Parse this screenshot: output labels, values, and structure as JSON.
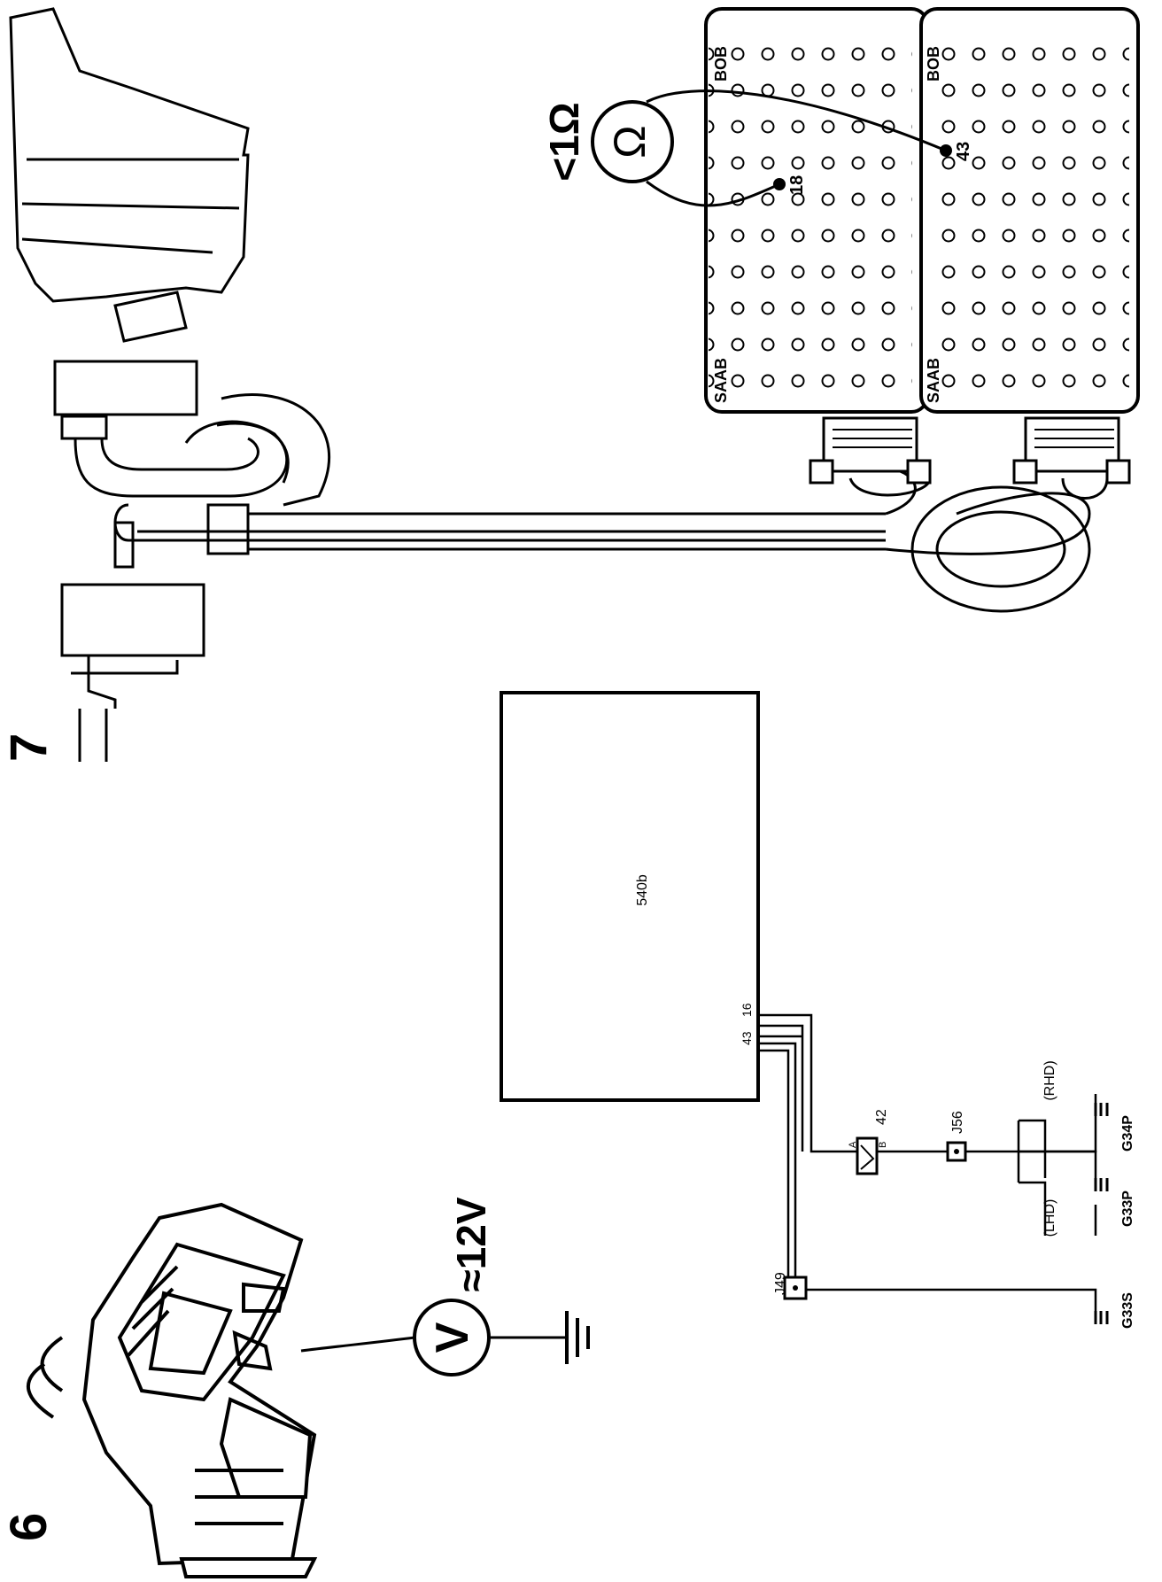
{
  "diagram": {
    "step_labels": {
      "step6": "6",
      "step7": "7"
    },
    "voltage_test": {
      "meter_symbol": "V",
      "reading": "≈12V",
      "ground_icon": "ground-icon"
    },
    "resistance_test": {
      "meter_symbol": "Ω",
      "reading": "<1Ω",
      "pin_a": "18",
      "pin_b": "43"
    },
    "breakout_boxes": [
      {
        "top_label": "BOB",
        "bottom_label": "SAAB"
      },
      {
        "top_label": "BOB",
        "bottom_label": "SAAB"
      }
    ],
    "schematic": {
      "control_unit": "540b",
      "pin_16": "16",
      "pin_43": "43",
      "connector_42": "42",
      "connector_42_pin_a": "A",
      "connector_42_pin_b": "B",
      "junction_j56": "J56",
      "junction_j49": "J49",
      "lhd": "(LHD)",
      "rhd": "(RHD)",
      "ground_g33p": "G33P",
      "ground_g34p": "G34P",
      "ground_g33s": "G33S"
    }
  }
}
